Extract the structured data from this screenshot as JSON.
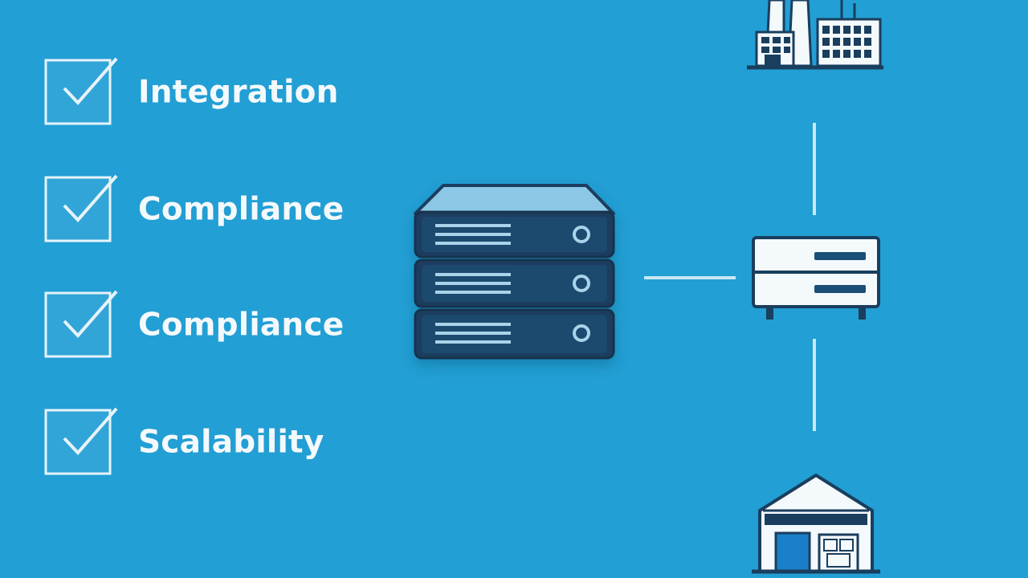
{
  "checklist": {
    "items": [
      {
        "label": "Integration",
        "checked": true
      },
      {
        "label": "Compliance",
        "checked": true
      },
      {
        "label": "Compliance",
        "checked": true
      },
      {
        "label": "Scalability",
        "checked": true
      }
    ]
  },
  "diagram": {
    "nodes": [
      {
        "name": "server-stack-icon",
        "label": ""
      },
      {
        "name": "factory-icon",
        "label": ""
      },
      {
        "name": "network-switch-icon",
        "label": ""
      },
      {
        "name": "warehouse-icon",
        "label": ""
      }
    ]
  },
  "colors": {
    "background": "#229fd4",
    "navy": "#1a3e5e",
    "white": "#f4f9fc",
    "accent_blue": "#1a7fc8"
  }
}
